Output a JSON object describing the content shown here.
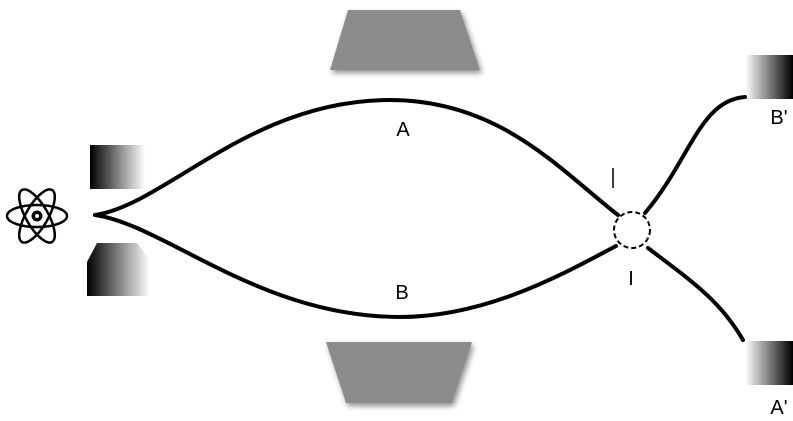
{
  "labels": {
    "path_a": "A",
    "path_b": "B",
    "interaction": "I",
    "detector_b_prime": "B'",
    "detector_a_prime": "A'"
  },
  "icons": {
    "source": "atom-icon",
    "interaction_region": "dashed-circle-icon"
  },
  "colors": {
    "lines": "#000000",
    "plates": "#8c8c8c",
    "detector_dark": "#000000",
    "detector_light": "#ffffff"
  }
}
